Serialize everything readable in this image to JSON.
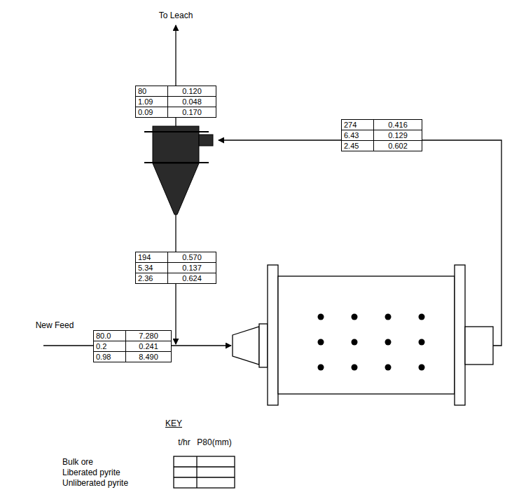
{
  "diagram": {
    "nodes": [
      {
        "text": [
          "80",
          "0.120",
          "1.09",
          "0.048",
          "0.09",
          "0.170"
        ]
      },
      {
        "text": [
          "274",
          "0.416",
          "6.43",
          "0.129",
          "2.45",
          "0.602"
        ]
      },
      {
        "text": [
          "194",
          "0.570",
          "5.34",
          "0.137",
          "2.36",
          "0.624"
        ]
      },
      {
        "text": [
          "80.0",
          "7.280",
          "0.2",
          "0.241",
          "0.98",
          "8.490"
        ]
      }
    ],
    "labels": [
      "To Leach",
      "New Feed",
      "KEY",
      "t/hr",
      "P80(mm)",
      "Bulk ore",
      "Liberated pyrite",
      "Unliberated pyrite"
    ]
  }
}
